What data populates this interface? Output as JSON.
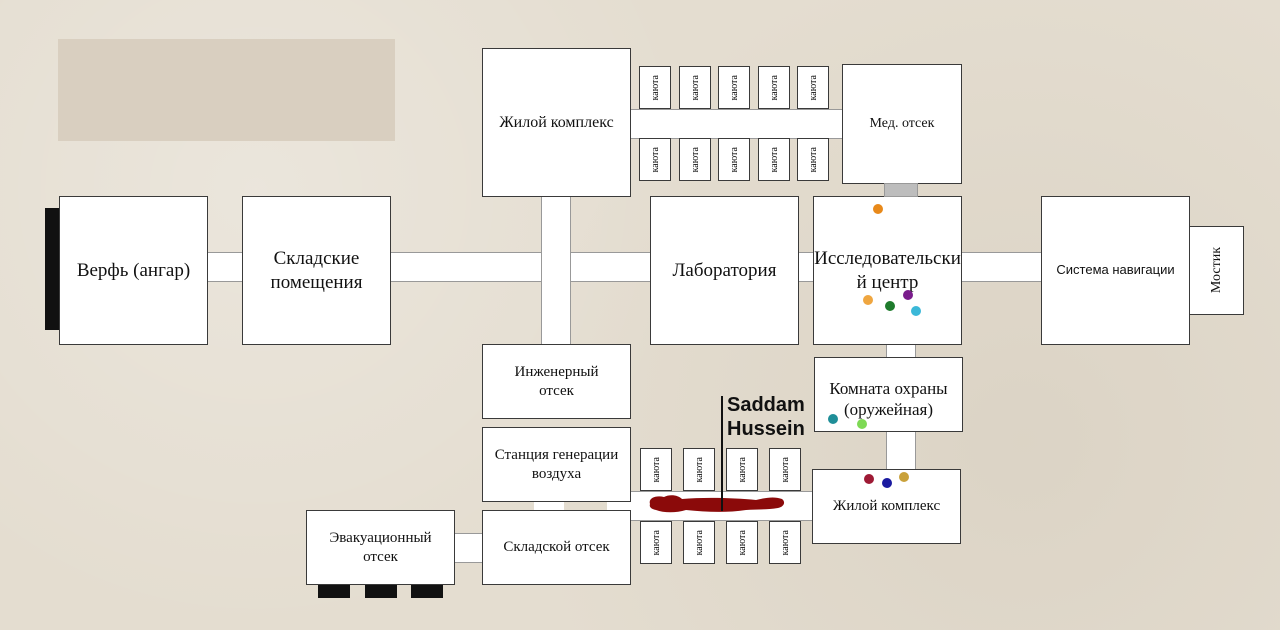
{
  "rooms": {
    "shipyard": "Верфь (ангар)",
    "storage_rooms": "Складские помещения",
    "living_complex_top": "Жилой комплекс",
    "med_bay": "Мед. отсек",
    "laboratory": "Лаборатория",
    "research_center": "Исследовательский центр",
    "navigation_system": "Система навигации",
    "bridge": "Мостик",
    "engineering": "Инженерный отсек",
    "guard_room": "Комната охраны (оружейная)",
    "air_station": "Станция генерации воздуха",
    "living_complex_bottom": "Жилой комплекс",
    "evacuation": "Эвакуационный отсек",
    "cargo_bay": "Складской отсек"
  },
  "cabin_label": "каюта",
  "annotation": {
    "line1": "Saddam",
    "line2": "Hussein"
  },
  "colors": {
    "body": "#8b0a0a",
    "markers": [
      "#e8891a",
      "#efa640",
      "#7a1c8c",
      "#1e7b2c",
      "#3bb8d8",
      "#1f8e98",
      "#7ed955",
      "#9e1a35",
      "#1a1aa0",
      "#c9a13b"
    ]
  }
}
